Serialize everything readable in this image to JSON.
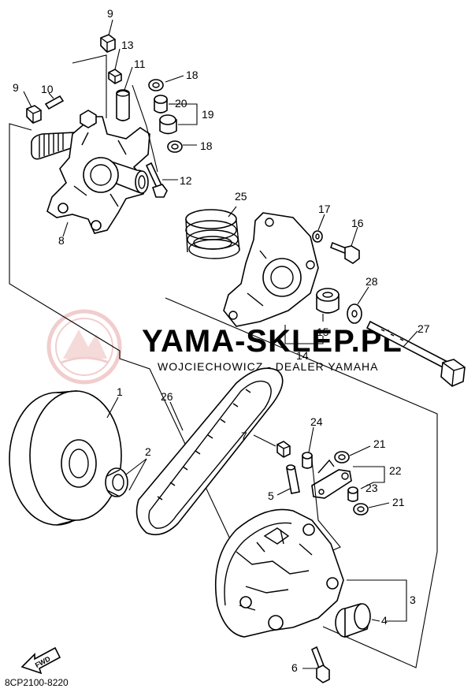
{
  "watermark": {
    "brand": "YAMA-SKLEP.PL",
    "subtitle": "WOJCIECHOWICZ - DEALER YAMAHA",
    "logo_color": "#e7a5a5"
  },
  "diagram_code": "8CP2100-8220",
  "fwd_label": "FWD",
  "callouts": [
    {
      "id": "c9a",
      "label": "9"
    },
    {
      "id": "c13",
      "label": "13"
    },
    {
      "id": "c11",
      "label": "11"
    },
    {
      "id": "c18a",
      "label": "18"
    },
    {
      "id": "c9b",
      "label": "9"
    },
    {
      "id": "c10",
      "label": "10"
    },
    {
      "id": "c20",
      "label": "20"
    },
    {
      "id": "c19",
      "label": "19"
    },
    {
      "id": "c18b",
      "label": "18"
    },
    {
      "id": "c12",
      "label": "12"
    },
    {
      "id": "c25",
      "label": "25"
    },
    {
      "id": "c17",
      "label": "17"
    },
    {
      "id": "c16",
      "label": "16"
    },
    {
      "id": "c8",
      "label": "8"
    },
    {
      "id": "c28",
      "label": "28"
    },
    {
      "id": "c15",
      "label": "15"
    },
    {
      "id": "c27",
      "label": "27"
    },
    {
      "id": "c14",
      "label": "14"
    },
    {
      "id": "c1",
      "label": "1"
    },
    {
      "id": "c26",
      "label": "26"
    },
    {
      "id": "c24",
      "label": "24"
    },
    {
      "id": "c7",
      "label": "7"
    },
    {
      "id": "c21a",
      "label": "21"
    },
    {
      "id": "c2",
      "label": "2"
    },
    {
      "id": "c22",
      "label": "22"
    },
    {
      "id": "c23",
      "label": "23"
    },
    {
      "id": "c5",
      "label": "5"
    },
    {
      "id": "c21b",
      "label": "21"
    },
    {
      "id": "c3",
      "label": "3"
    },
    {
      "id": "c4",
      "label": "4"
    },
    {
      "id": "c6",
      "label": "6"
    }
  ]
}
